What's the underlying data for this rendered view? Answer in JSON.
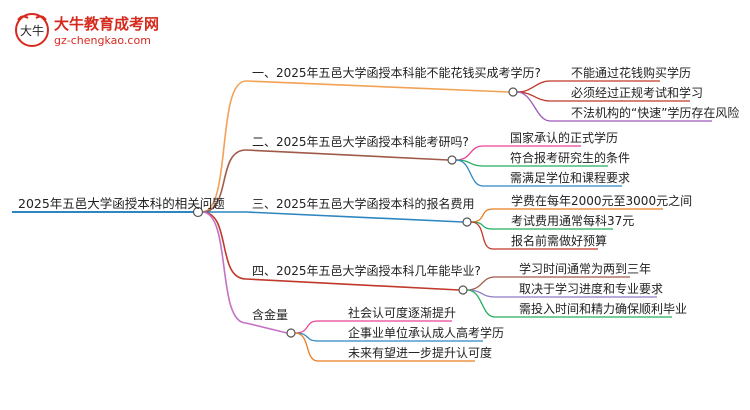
{
  "logo": {
    "brand": "大牛教育成考网",
    "url": "gz-chengkao.com",
    "mark": "大牛"
  },
  "mindmap": {
    "root": "2025年五邑大学函授本科的相关问题",
    "branches": [
      {
        "label": "一、2025年五邑大学函授本科能不能花钱买成考学历?",
        "color": "#f2a155",
        "leaves": [
          "不能通过花钱购买学历",
          "必须经过正规考试和学习",
          "不法机构的“快速”学历存在风险"
        ]
      },
      {
        "label": "二、2025年五邑大学函授本科能考研吗?",
        "color": "#a05a4a",
        "leaves": [
          "国家承认的正式学历",
          "符合报考研究生的条件",
          "需满足学位和课程要求"
        ]
      },
      {
        "label": "三、2025年五邑大学函授本科的报名费用",
        "color": "#2e86c1",
        "leaves": [
          "学费在每年2000元至3000元之间",
          "考试费用通常每科37元",
          "报名前需做好预算"
        ]
      },
      {
        "label": "四、2025年五邑大学函授本科几年能毕业?",
        "color": "#c0392b",
        "leaves": [
          "学习时间通常为两到三年",
          "取决于学习进度和专业要求",
          "需投入时间和精力确保顺利毕业"
        ]
      },
      {
        "label": "含金量",
        "color": "#c472c4",
        "leaves": [
          "社会认可度逐渐提升",
          "企事业单位承认成人高考学历",
          "未来有望进一步提升认可度"
        ]
      }
    ],
    "leaf_colors": [
      [
        "#c0392b",
        "#c0392b",
        "#9b59b6"
      ],
      [
        "#e84393",
        "#27ae60",
        "#2e86c1"
      ],
      [
        "#e67e22",
        "#27ae60",
        "#c0392b"
      ],
      [
        "#a05a4a",
        "#8e7cc3",
        "#27ae60"
      ],
      [
        "#e84393",
        "#2e86c1",
        "#e67e22"
      ]
    ]
  }
}
